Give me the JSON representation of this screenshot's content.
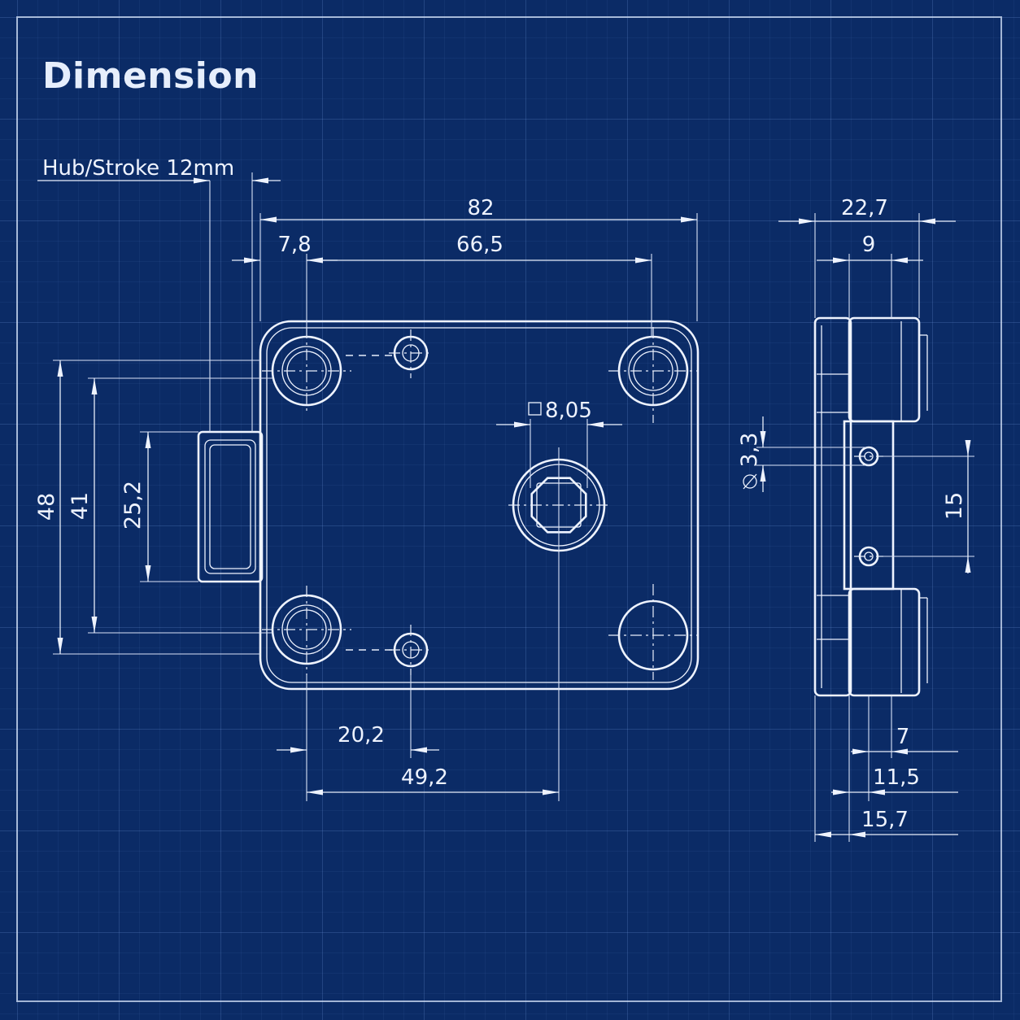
{
  "title": "Dimension",
  "labels": {
    "stroke": "Hub/Stroke 12mm",
    "width_total": "82",
    "hole_offset": "7,8",
    "hole_spacing": "66,5",
    "height_total": "48",
    "hole_height": "41",
    "bolt_height": "25,2",
    "square_size": "8,05",
    "hole_small_offset": "20,2",
    "spindle_offset": "49,2",
    "side_depth": "22,7",
    "side_body": "9",
    "screw_diameter": "3,3",
    "screw_spacing": "15",
    "side_7": "7",
    "side_11_5": "11,5",
    "side_15_7": "15,7"
  },
  "colors": {
    "background": "#0b2b66",
    "line": "#eef3ff"
  },
  "icons": {
    "square": "square-symbol-icon",
    "diameter": "diameter-symbol-icon"
  }
}
